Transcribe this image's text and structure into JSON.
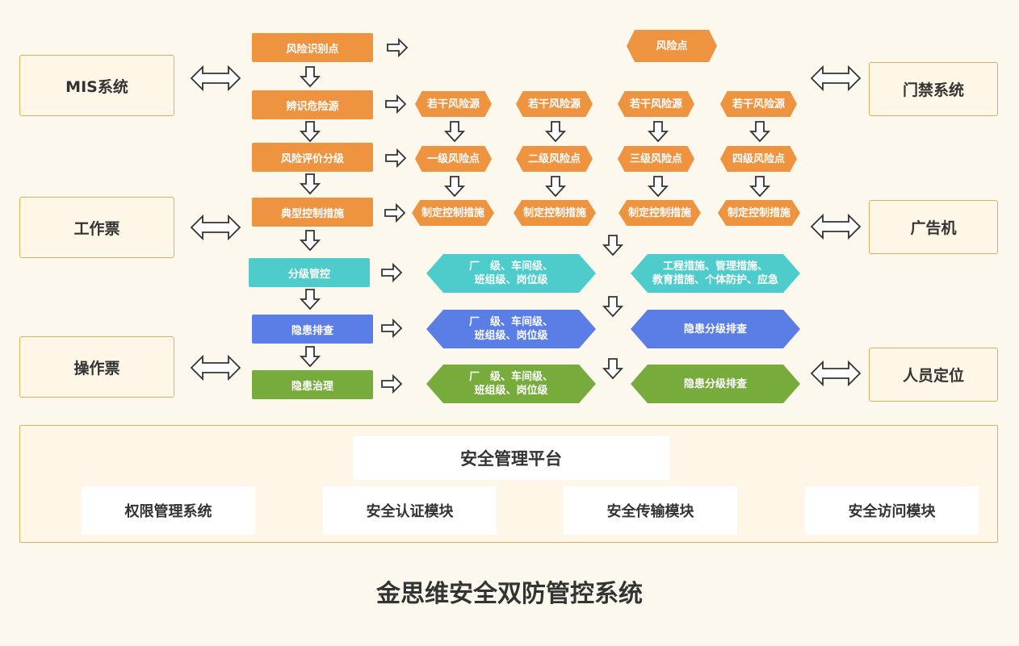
{
  "left_systems": [
    "MIS系统",
    "工作票",
    "操作票"
  ],
  "right_systems": [
    "门禁系统",
    "广告机",
    "人员定位"
  ],
  "steps": [
    "风险识别点",
    "辨识危险源",
    "风险评价分级",
    "典型控制措施",
    "分级管控",
    "隐患排查",
    "隐患治理"
  ],
  "top_hex": "风险点",
  "hazard_row": [
    "若干风险源",
    "若干风险源",
    "若干风险源",
    "若干风险源"
  ],
  "level_row": [
    "一级风险点",
    "二级风险点",
    "三级风险点",
    "四级风险点"
  ],
  "measure_row": [
    "制定控制措施",
    "制定控制措施",
    "制定控制措施",
    "制定控制措施"
  ],
  "levels_line1": "厂　级、车间级、",
  "levels_line2": "班组级、岗位级",
  "control_right_line1": "工程措施、管理措施、",
  "control_right_line2": "教育措施、个体防护、应急",
  "check_right": "隐患分级排查",
  "govern_right": "隐患分级排查",
  "platform": {
    "title": "安全管理平台",
    "modules": [
      "权限管理系统",
      "安全认证模块",
      "安全传输模块",
      "安全访问模块"
    ]
  },
  "footer_title": "金思维安全双防管控系统",
  "colors": {
    "orange": "#ee9340",
    "teal": "#4ecccc",
    "blue": "#5a7de6",
    "green": "#77ac3c"
  }
}
